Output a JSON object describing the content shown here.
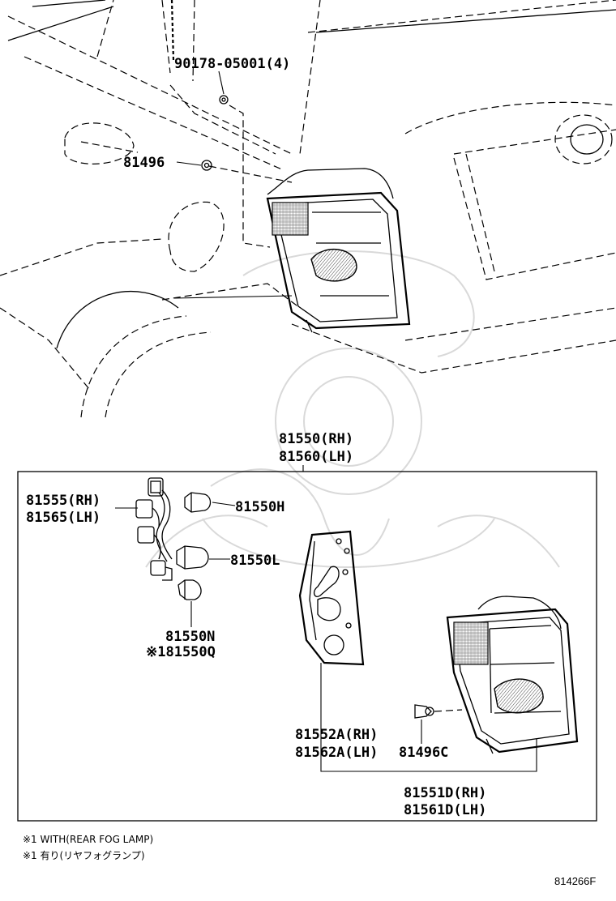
{
  "callouts": {
    "screw_top": "90178-05001(4)",
    "grommet_top": "81496",
    "assembly_rh": "81550(RH)",
    "assembly_lh": "81560(LH)",
    "socket_rh": "81555(RH)",
    "socket_lh": "81565(LH)",
    "bulb_h": "81550H",
    "bulb_l": "81550L",
    "bulb_n": "81550N",
    "bulb_q": "※181550Q",
    "gasket_rh": "81552A(RH)",
    "gasket_lh": "81562A(LH)",
    "grommet_c": "81496C",
    "lens_rh": "81551D(RH)",
    "lens_lh": "81561D(LH)"
  },
  "footnotes": {
    "note_en": "※1 WITH(REAR FOG LAMP)",
    "note_jp": "※1 有り(リヤフォグランプ)"
  },
  "diagram_code": "814266F"
}
